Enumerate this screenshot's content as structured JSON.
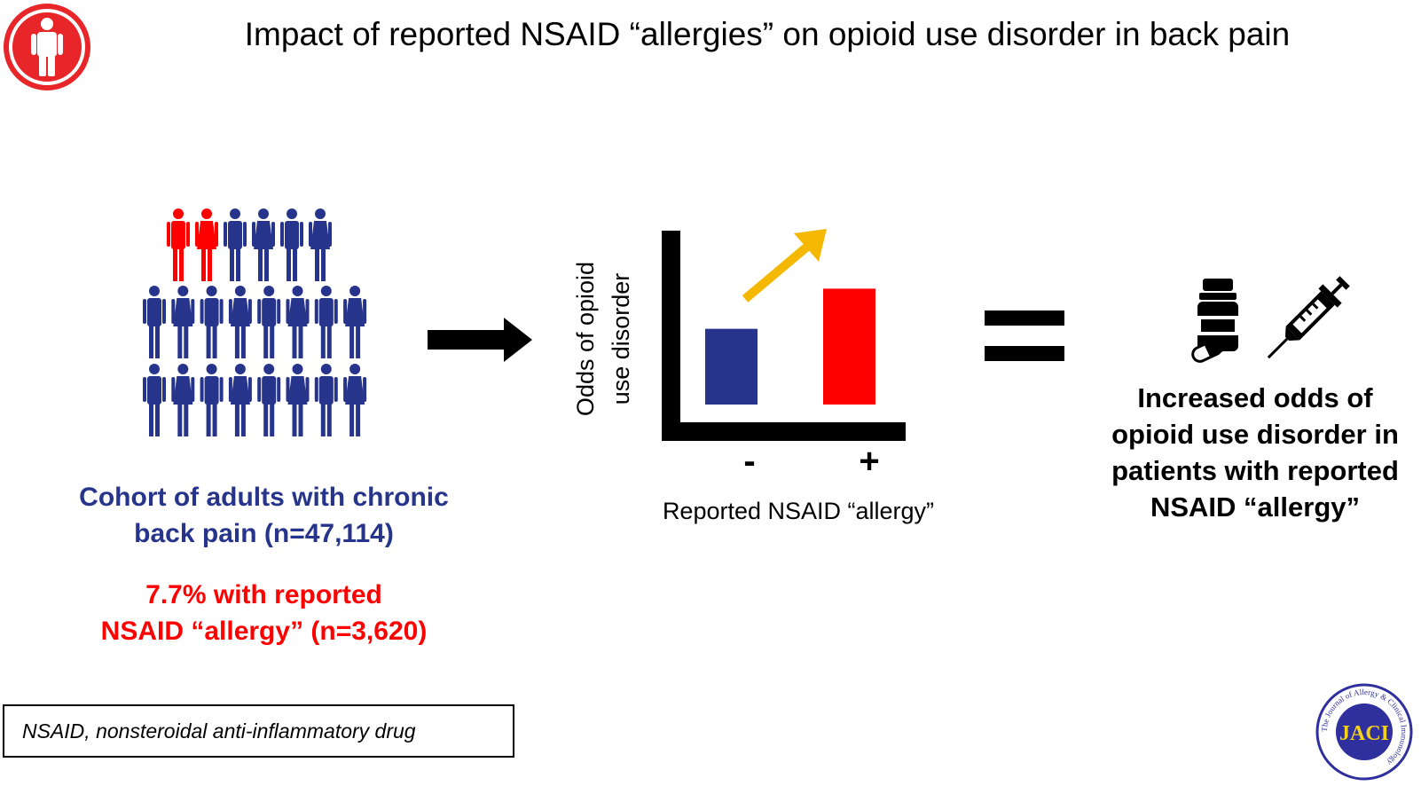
{
  "title": "Impact of reported NSAID “allergies” on opioid use disorder in back pain",
  "colors": {
    "blue": "#27348b",
    "red": "#ff0000",
    "arrow_yellow": "#f5b800",
    "badge_red": "#e8262a"
  },
  "icons": {
    "badge": "person-icon",
    "cohort": "people-icon",
    "medication": "pill-bottle-icon",
    "injection": "syringe-icon",
    "flow": "arrow-right-icon",
    "trend": "arrow-up-right-icon",
    "equals": "equals-icon"
  },
  "cohort": {
    "line1": "Cohort of adults with chronic",
    "line2": "back pain (n=47,114)"
  },
  "nsaid_allergy": {
    "line1": "7.7% with reported",
    "line2": "NSAID “allergy” (n=3,620)"
  },
  "chart_data": {
    "type": "bar",
    "categories": [
      "-",
      "+"
    ],
    "values": [
      1.0,
      1.53
    ],
    "bar_colors": [
      "#27348b",
      "#ff0000"
    ],
    "title": "",
    "ylabel_line1": "Odds of opioid",
    "ylabel_line2": "use disorder",
    "xlabel": "Reported NSAID “allergy”",
    "ylim": [
      0,
      2.05
    ],
    "grid": false
  },
  "conclusion": {
    "line1": "Increased odds of",
    "line2": "opioid use disorder in",
    "line3": "patients with reported",
    "line4": "NSAID “allergy”"
  },
  "footnote": "NSAID, nonsteroidal anti-inflammatory drug",
  "logo": {
    "text": "JACI",
    "ring_text": "The Journal of Allergy & Clinical Immunology"
  }
}
